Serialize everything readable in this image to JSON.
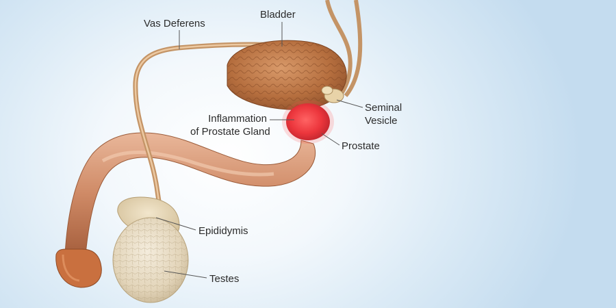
{
  "labels": {
    "vas_deferens": "Vas Deferens",
    "bladder": "Bladder",
    "seminal_vesicle_line1": "Seminal",
    "seminal_vesicle_line2": "Vesicle",
    "inflammation_line1": "Inflammation",
    "inflammation_line2": "of Prostate Gland",
    "prostate": "Prostate",
    "epididymis": "Epididymis",
    "testes": "Testes"
  },
  "colors": {
    "background": "#dcebf6",
    "inflamed_prostate": "#e8323a",
    "tissue": "#c77a55",
    "bladder": "#b8703f",
    "testes": "#e8dcc2",
    "leader_line": "#555555"
  }
}
